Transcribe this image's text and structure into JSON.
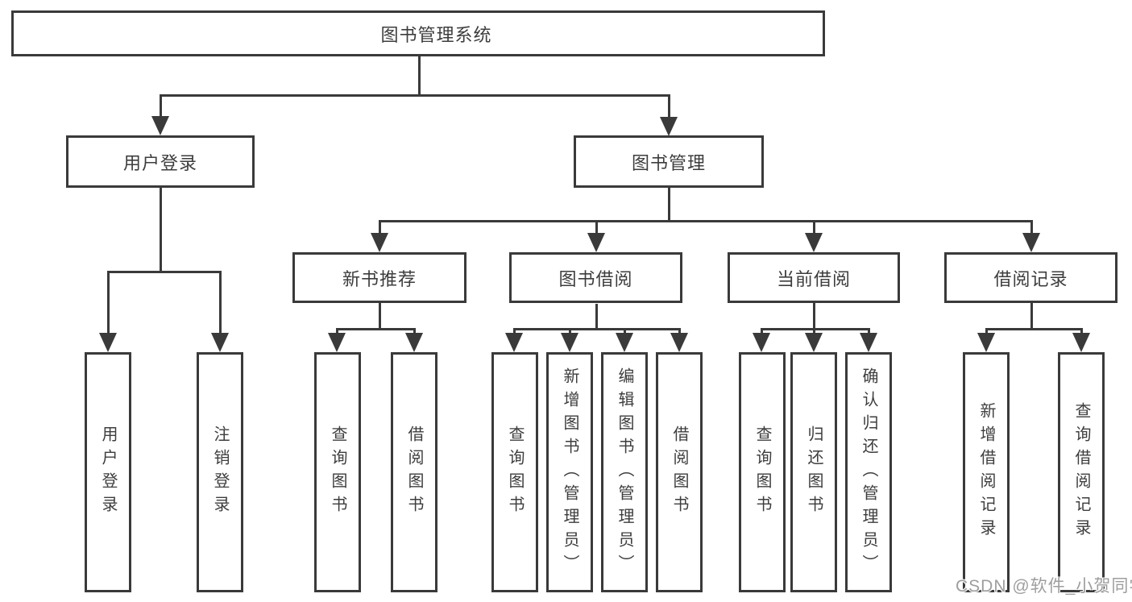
{
  "diagram_title": "图书管理系统",
  "colors": {
    "line": "#3a3a3a",
    "text": "#3d3d3d",
    "background": "#ffffff",
    "watermark": "#9e9e9e"
  },
  "tree": {
    "label": "图书管理系统",
    "children": [
      {
        "label": "用户登录",
        "children": [
          {
            "label": "用户登录"
          },
          {
            "label": "注销登录"
          }
        ]
      },
      {
        "label": "图书管理",
        "children": [
          {
            "label": "新书推荐",
            "children": [
              {
                "label": "查询图书"
              },
              {
                "label": "借阅图书"
              }
            ]
          },
          {
            "label": "图书借阅",
            "children": [
              {
                "label": "查询图书"
              },
              {
                "label": "新增图书（管理员）"
              },
              {
                "label": "编辑图书（管理员）"
              },
              {
                "label": "借阅图书"
              }
            ]
          },
          {
            "label": "当前借阅",
            "children": [
              {
                "label": "查询图书"
              },
              {
                "label": "归还图书"
              },
              {
                "label": "确认归还（管理员）"
              }
            ]
          },
          {
            "label": "借阅记录",
            "children": [
              {
                "label": "新增借阅记录"
              },
              {
                "label": "查询借阅记录"
              }
            ]
          }
        ]
      }
    ]
  },
  "watermark": {
    "text": "CSDN @软件_小贺同学"
  }
}
